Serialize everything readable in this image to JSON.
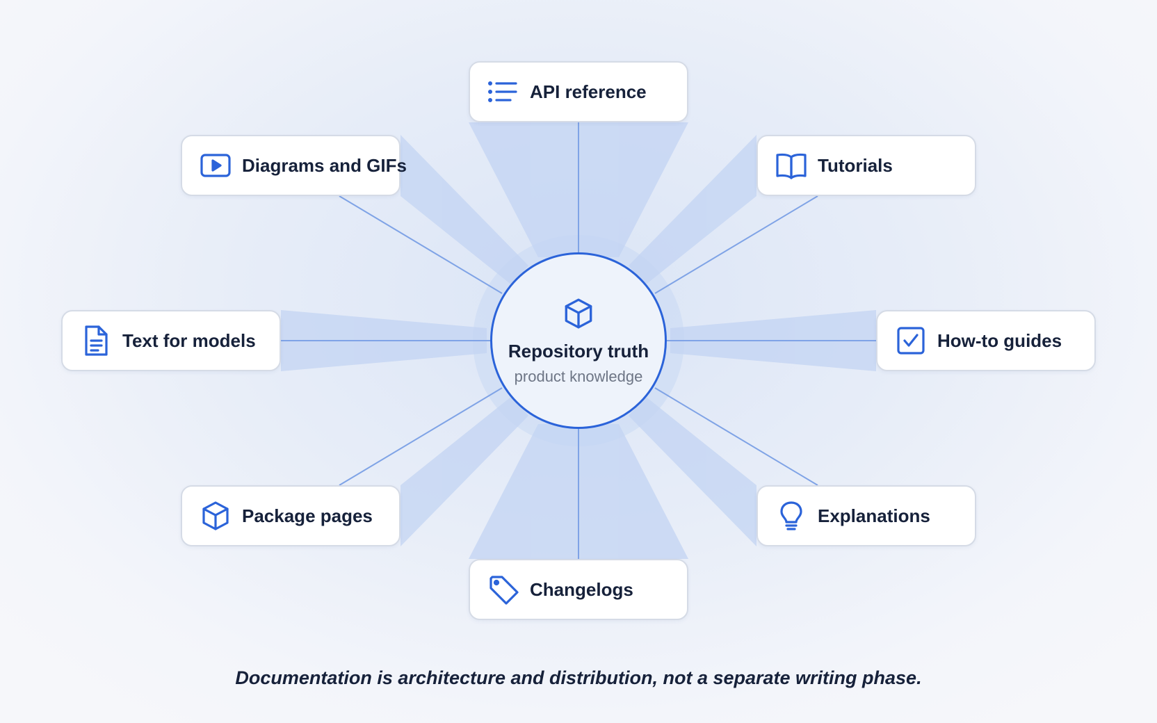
{
  "center": {
    "title": "Repository truth",
    "subtitle": "product knowledge",
    "icon": "cube-icon"
  },
  "nodes": [
    {
      "id": "api-reference",
      "label": "API reference",
      "icon": "list-icon"
    },
    {
      "id": "tutorials",
      "label": "Tutorials",
      "icon": "book-icon"
    },
    {
      "id": "how-to-guides",
      "label": "How-to guides",
      "icon": "checkbox-icon"
    },
    {
      "id": "explanations",
      "label": "Explanations",
      "icon": "lightbulb-icon"
    },
    {
      "id": "changelogs",
      "label": "Changelogs",
      "icon": "tag-icon"
    },
    {
      "id": "package-pages",
      "label": "Package pages",
      "icon": "package-icon"
    },
    {
      "id": "text-for-models",
      "label": "Text for models",
      "icon": "document-icon"
    },
    {
      "id": "diagrams-and-gifs",
      "label": "Diagrams and GIFs",
      "icon": "play-icon"
    }
  ],
  "caption": "Documentation is architecture and distribution, not a separate writing phase.",
  "colors": {
    "accent": "#2b63d9",
    "connector": "#7fa3e6",
    "beam": "#c3d4f3",
    "text": "#16213a",
    "muted": "#6d7585",
    "card_border": "#d5dbe6"
  }
}
